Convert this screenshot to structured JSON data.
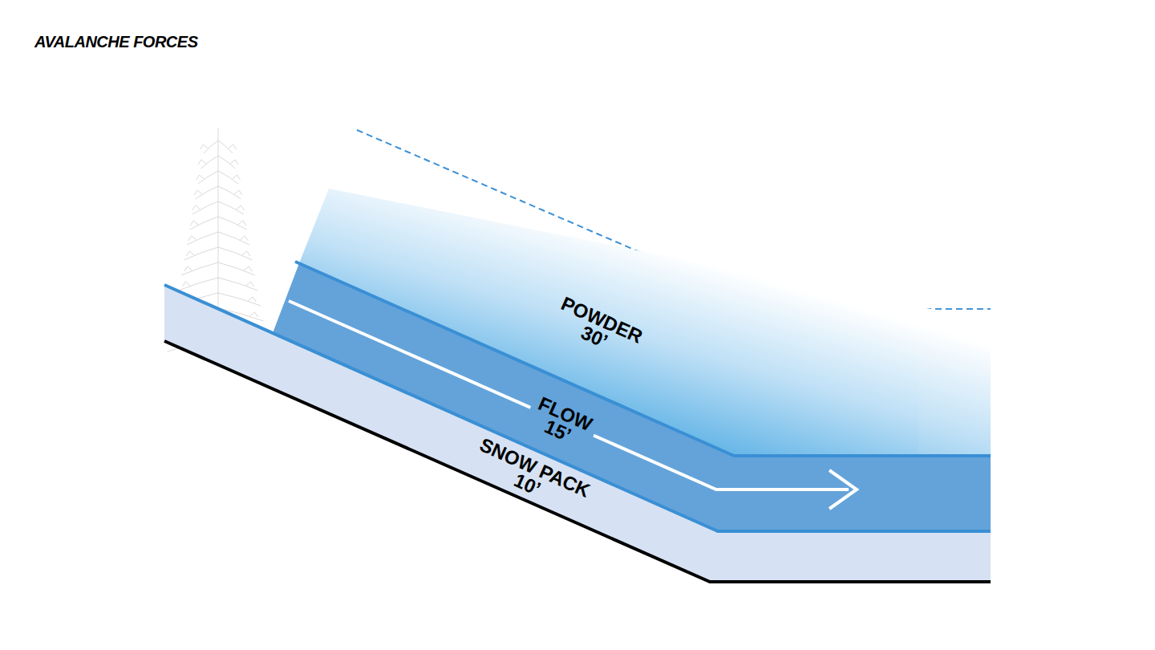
{
  "diagram": {
    "title": "AVALANCHE FORCES",
    "nodes": [
      {
        "text": [
          "POWDER 30’"
        ]
      },
      {
        "text": [
          "FLOW 15’"
        ]
      },
      {
        "text": [
          "SNOW PACK 10’"
        ]
      }
    ]
  }
}
